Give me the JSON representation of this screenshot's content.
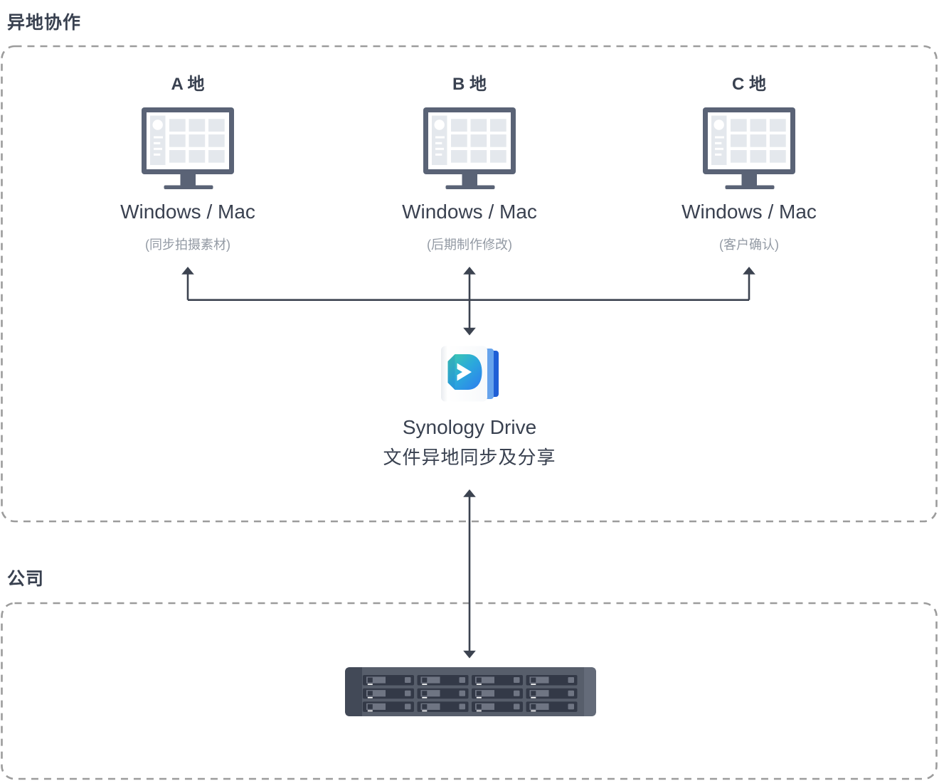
{
  "sections": {
    "remote": {
      "title": "异地协作"
    },
    "company": {
      "title": "公司"
    }
  },
  "stations": [
    {
      "name": "A 地",
      "platform": "Windows / Mac",
      "note": "(同步拍摄素材)"
    },
    {
      "name": "B 地",
      "platform": "Windows / Mac",
      "note": "(后期制作修改)"
    },
    {
      "name": "C 地",
      "platform": "Windows / Mac",
      "note": "(客户确认)"
    }
  ],
  "hub": {
    "title": "Synology Drive",
    "subtitle": "文件异地同步及分享"
  },
  "icons": {
    "station": "monitor-icon",
    "hub": "synology-drive-icon",
    "storage": "nas-server-icon"
  },
  "connections": {
    "stations_to_hub": "bidirectional",
    "hub_to_nas": "bidirectional"
  },
  "colors": {
    "text_primary": "#394150",
    "text_muted": "#939AA4",
    "connector_line": "#3C4350",
    "dashed_border": "#9C9C9C",
    "monitor_body": "#5A6376",
    "monitor_tile": "#E4E8ED",
    "nas_body": "#575E6B",
    "nas_rail_dark": "#424957",
    "nas_bay": "#333947",
    "nas_bay_light": "#6F7583",
    "drive_logo_teal": "#3ECDAA",
    "drive_logo_blue": "#2D7BEF",
    "drive_page_light_blue": "#66A3EC",
    "drive_page_dark_blue": "#1F5FD6"
  }
}
